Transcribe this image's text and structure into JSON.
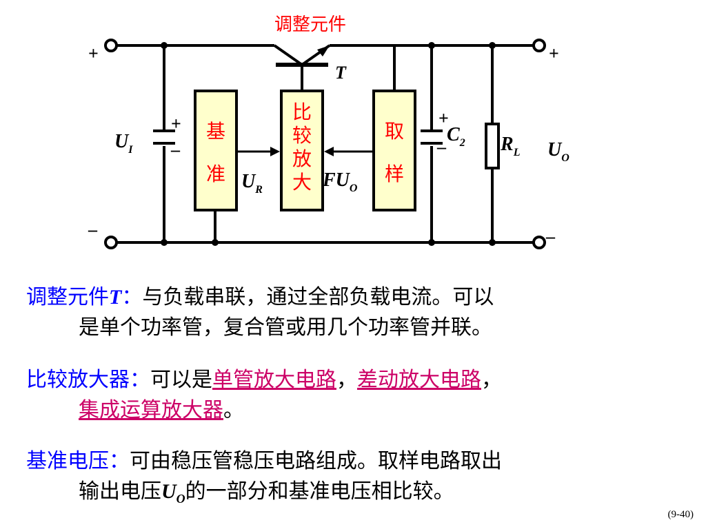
{
  "circuit": {
    "title": "调整元件",
    "transistor": "T",
    "blocks": {
      "reference": [
        "基",
        "准"
      ],
      "amplifier": [
        "比",
        "较",
        "放",
        "大"
      ],
      "sampling": [
        "取",
        "样"
      ]
    },
    "labels": {
      "ui_main": "U",
      "ui_sub": "I",
      "ur_main": "U",
      "ur_sub": "R",
      "fuo_main": "FU",
      "fuo_sub": "O",
      "c2_main": "C",
      "c2_sub": "2",
      "rl_main": "R",
      "rl_sub": "L",
      "uo_main": "U",
      "uo_sub": "O"
    },
    "signs": {
      "plus": "+",
      "minus": "–"
    }
  },
  "notes": {
    "p1": {
      "head": "调整元件",
      "head_italic": "T",
      "colon": "：",
      "line1": "与负载串联，通过全部负载电流。可以",
      "line2": "是单个功率管，复合管或用几个功率管并联。"
    },
    "p2": {
      "head": "比较放大器：",
      "text": "可以是",
      "link1": "单管放大电路",
      "sep1": "，",
      "link2": "差动放大电路",
      "sep2": "，",
      "link3": "集成运算放大器",
      "end": "。"
    },
    "p3": {
      "head": "基准电压：",
      "line1": "可由稳压管稳压电路组成。取样电路取出",
      "line2a": "输出电压",
      "uo_main": "U",
      "uo_sub": "O",
      "line2b": "的一部分和基准电压相比较。"
    }
  },
  "page_number": "(9-40)"
}
